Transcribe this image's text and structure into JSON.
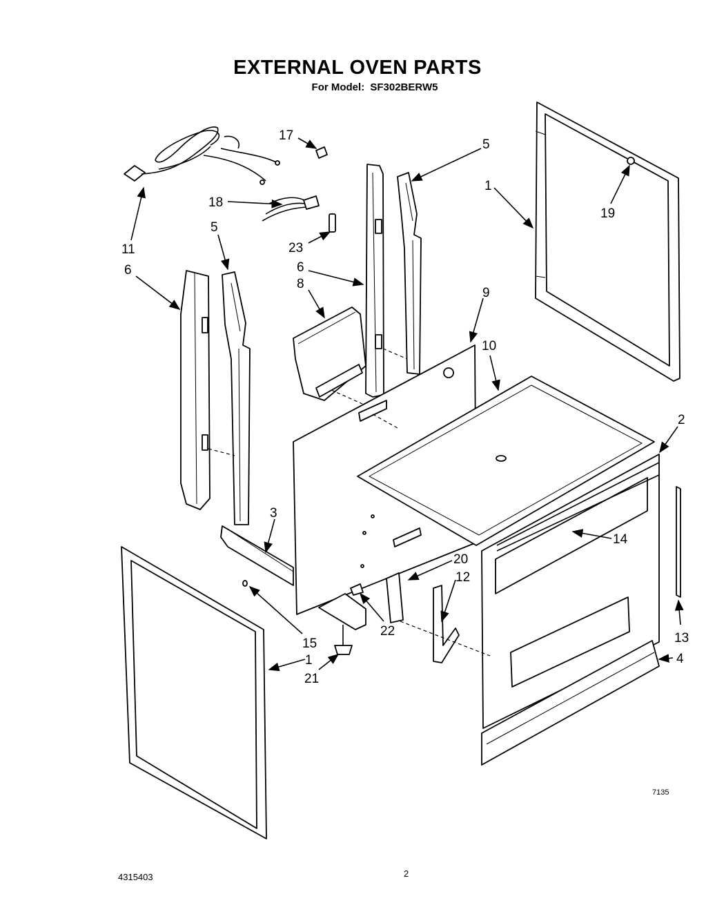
{
  "header": {
    "title": "EXTERNAL OVEN PARTS",
    "subtitle_prefix": "For Model:",
    "model": "SF302BERW5"
  },
  "callouts": [
    {
      "id": "c17",
      "label": "17"
    },
    {
      "id": "c5a",
      "label": "5"
    },
    {
      "id": "c1a",
      "label": "1"
    },
    {
      "id": "c19",
      "label": "19"
    },
    {
      "id": "c18",
      "label": "18"
    },
    {
      "id": "c11",
      "label": "11"
    },
    {
      "id": "c5b",
      "label": "5"
    },
    {
      "id": "c23",
      "label": "23"
    },
    {
      "id": "c6a",
      "label": "6"
    },
    {
      "id": "c6b",
      "label": "6"
    },
    {
      "id": "c8",
      "label": "8"
    },
    {
      "id": "c9",
      "label": "9"
    },
    {
      "id": "c10",
      "label": "10"
    },
    {
      "id": "c2",
      "label": "2"
    },
    {
      "id": "c3",
      "label": "3"
    },
    {
      "id": "c14",
      "label": "14"
    },
    {
      "id": "c20",
      "label": "20"
    },
    {
      "id": "c12",
      "label": "12"
    },
    {
      "id": "c15",
      "label": "15"
    },
    {
      "id": "c22",
      "label": "22"
    },
    {
      "id": "c1b",
      "label": "1"
    },
    {
      "id": "c21",
      "label": "21"
    },
    {
      "id": "c13",
      "label": "13"
    },
    {
      "id": "c4",
      "label": "4"
    }
  ],
  "footer": {
    "doc_number": "4315403",
    "page_number": "2",
    "art_code": "7135"
  }
}
